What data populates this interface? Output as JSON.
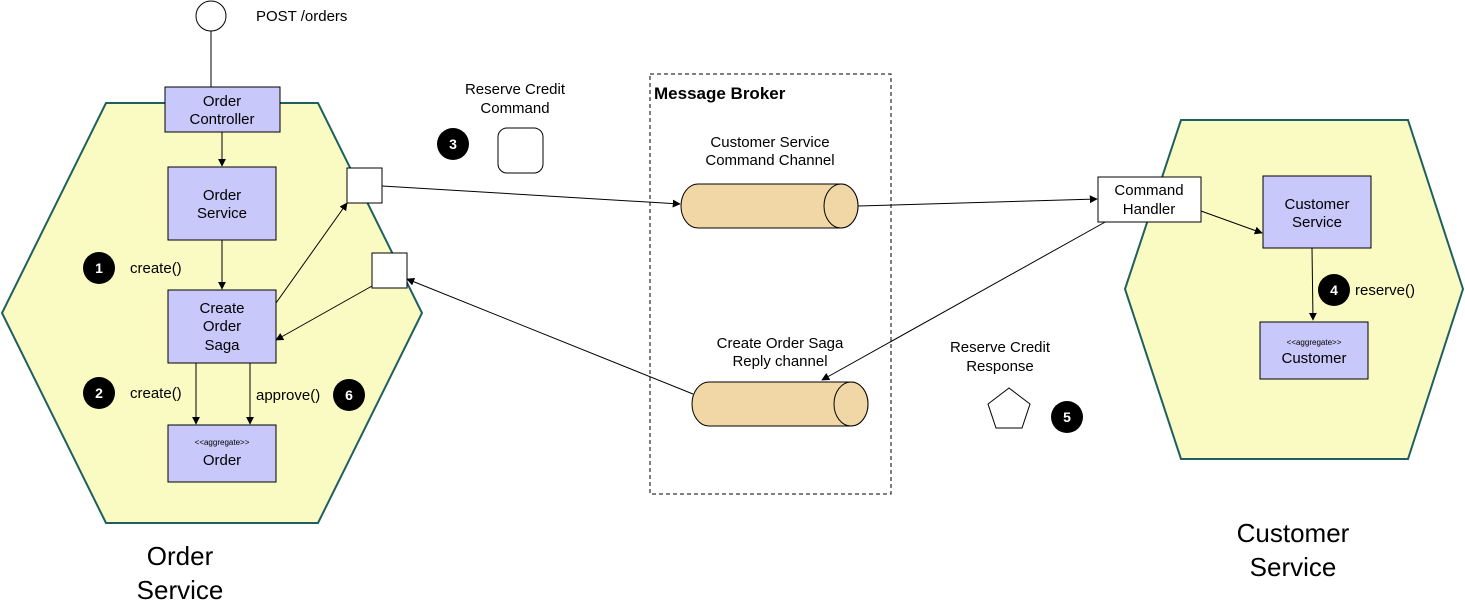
{
  "endpoint": {
    "label": "POST /orders"
  },
  "order_service": {
    "title_line1": "Order",
    "title_line2": "Service",
    "controller": {
      "line1": "Order",
      "line2": "Controller"
    },
    "service": {
      "line1": "Order",
      "line2": "Service"
    },
    "saga": {
      "line1": "Create",
      "line2": "Order",
      "line3": "Saga"
    },
    "aggregate": {
      "stereotype": "<<aggregate>>",
      "name": "Order"
    },
    "step1": {
      "badge": "1",
      "label": "create()"
    },
    "step2": {
      "badge": "2",
      "label": "create()"
    },
    "step6": {
      "badge": "6",
      "label": "approve()"
    }
  },
  "command_message": {
    "line1": "Reserve Credit",
    "line2": "Command",
    "badge": "3"
  },
  "message_broker": {
    "title": "Message Broker",
    "command_channel": {
      "line1": "Customer Service",
      "line2": "Command Channel"
    },
    "reply_channel": {
      "line1": "Create Order Saga",
      "line2": "Reply channel"
    }
  },
  "response_message": {
    "line1": "Reserve Credit",
    "line2": "Response",
    "badge": "5"
  },
  "customer_service": {
    "title_line1": "Customer",
    "title_line2": "Service",
    "command_handler": {
      "line1": "Command",
      "line2": "Handler"
    },
    "service": {
      "line1": "Customer",
      "line2": "Service"
    },
    "aggregate": {
      "stereotype": "<<aggregate>>",
      "name": "Customer"
    },
    "step4": {
      "badge": "4",
      "label": "reserve()"
    }
  },
  "colors": {
    "hexagon_fill": "#FAFAC3",
    "hexagon_stroke": "#1F5F5F",
    "component_fill": "#C8C8FA",
    "channel_fill": "#F0D7A5",
    "badge_fill": "#000000"
  }
}
